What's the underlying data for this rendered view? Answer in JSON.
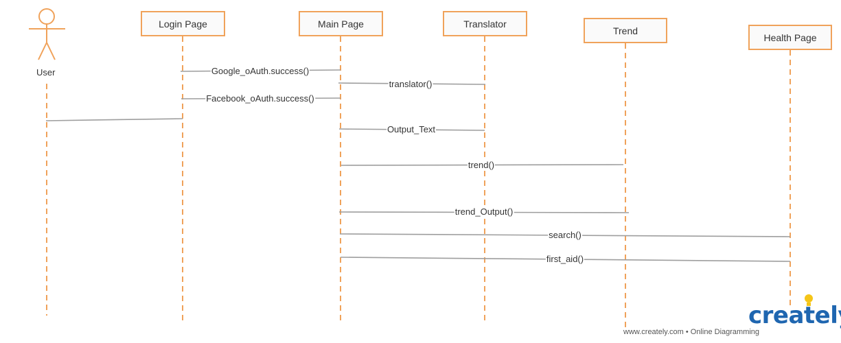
{
  "actor": {
    "label": "User"
  },
  "participants": [
    {
      "id": "login",
      "label": "Login Page"
    },
    {
      "id": "main",
      "label": "Main Page"
    },
    {
      "id": "translator",
      "label": "Translator"
    },
    {
      "id": "trend",
      "label": "Trend"
    },
    {
      "id": "health",
      "label": "Health Page"
    }
  ],
  "messages": [
    {
      "from": "login",
      "to": "main",
      "label": "Google_oAuth.success()"
    },
    {
      "from": "main",
      "to": "translator",
      "label": "translator()"
    },
    {
      "from": "login",
      "to": "main",
      "label": "Facebook_oAuth.success()"
    },
    {
      "from": "user",
      "to": "login",
      "label": ""
    },
    {
      "from": "main",
      "to": "translator",
      "label": "Output_Text"
    },
    {
      "from": "main",
      "to": "trend",
      "label": "trend()"
    },
    {
      "from": "main",
      "to": "trend",
      "label": "trend_Output()"
    },
    {
      "from": "main",
      "to": "health",
      "label": "search()"
    },
    {
      "from": "main",
      "to": "health",
      "label": "first_aid()"
    }
  ],
  "colors": {
    "box_border": "#f0a25a",
    "lifeline": "#f0a25a",
    "message_line": "#9e9e9e",
    "brand_blue": "#1f66b0",
    "bulb": "#f5c518"
  },
  "branding": {
    "logo_text": "creately",
    "url_text": "www.creately.com • Online Diagramming"
  }
}
